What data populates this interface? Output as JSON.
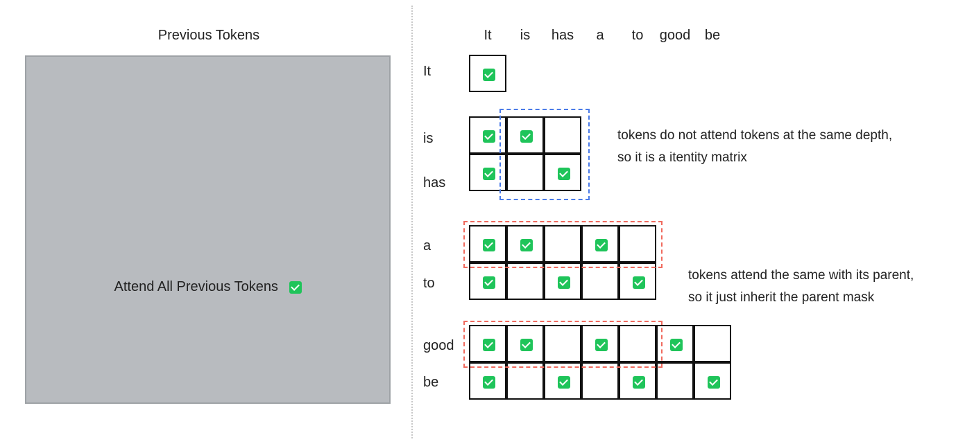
{
  "left_panel": {
    "title": "Previous Tokens",
    "box_label": "Attend All Previous Tokens"
  },
  "tokens": [
    "It",
    "is",
    "has",
    "a",
    "to",
    "good",
    "be"
  ],
  "mask_rows": [
    {
      "token": "It",
      "cells": [
        1
      ]
    },
    {
      "token": "is",
      "cells": [
        1,
        1,
        0
      ]
    },
    {
      "token": "has",
      "cells": [
        1,
        0,
        1
      ]
    },
    {
      "token": "a",
      "cells": [
        1,
        1,
        0,
        1,
        0
      ]
    },
    {
      "token": "to",
      "cells": [
        1,
        0,
        1,
        0,
        1
      ]
    },
    {
      "token": "good",
      "cells": [
        1,
        1,
        0,
        1,
        0,
        1,
        0
      ]
    },
    {
      "token": "be",
      "cells": [
        1,
        0,
        1,
        0,
        1,
        0,
        1
      ]
    }
  ],
  "notes": {
    "same_depth_line1": "tokens do not attend tokens at the same depth,",
    "same_depth_line2": "so it is a itentity matrix",
    "parent_line1": "tokens attend the same with its parent,",
    "parent_line2": "so it just inherit the parent mask"
  },
  "colors": {
    "check": "#1fc45a",
    "identity_highlight": "#4a7be8",
    "parent_highlight": "#f06a5e",
    "previous_box": "#b8bbbf"
  }
}
